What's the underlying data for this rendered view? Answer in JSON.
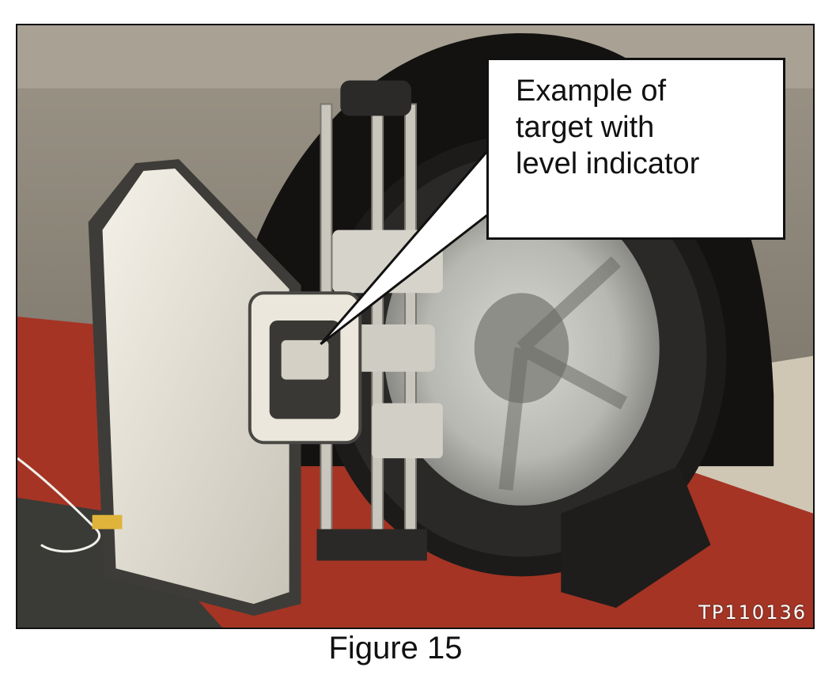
{
  "callout": {
    "lines": [
      "Example of",
      "target with",
      "level indicator"
    ]
  },
  "photo": {
    "code": "TP110136"
  },
  "caption": "Figure 15"
}
